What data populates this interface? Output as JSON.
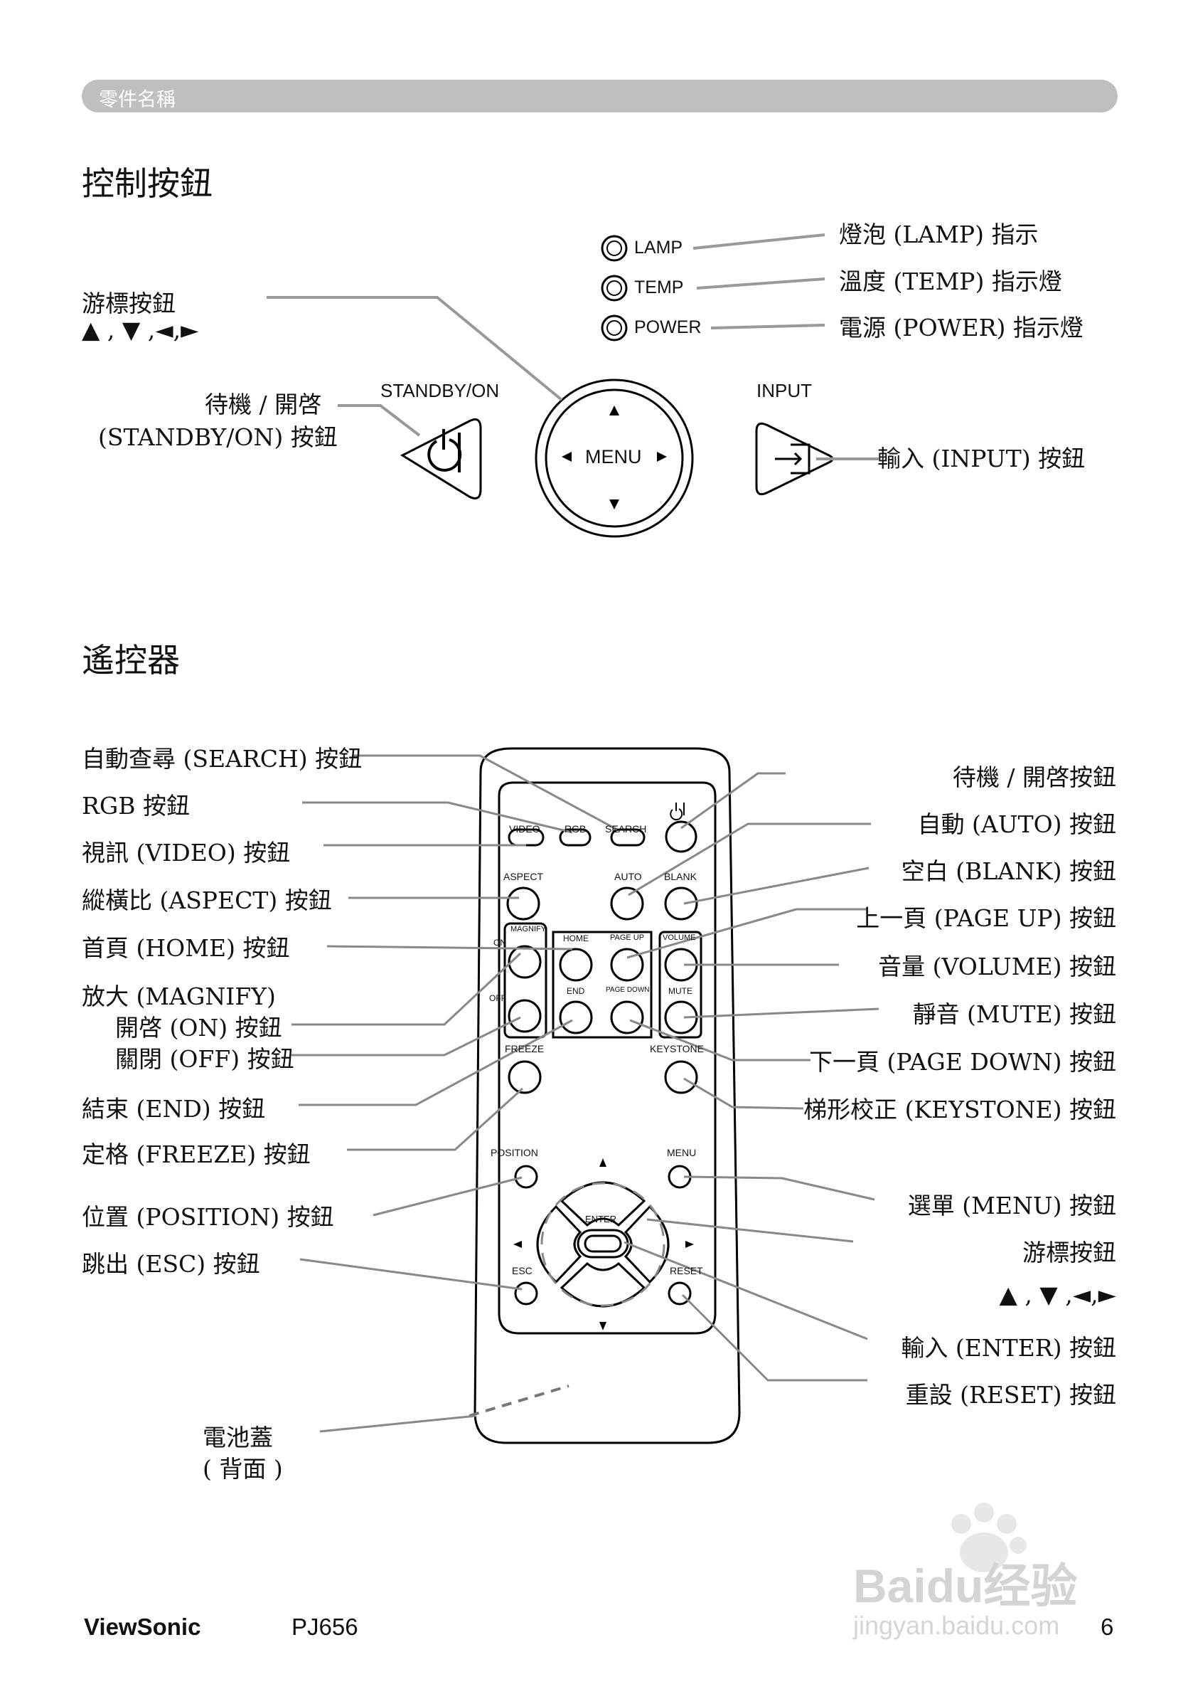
{
  "header": {
    "section": "零件名稱"
  },
  "control_panel": {
    "title": "控制按鈕",
    "panel_text": {
      "lamp": "LAMP",
      "temp": "TEMP",
      "power": "POWER",
      "standby": "STANDBY/ON",
      "input": "INPUT",
      "menu": "MENU"
    },
    "callouts": {
      "lamp": "燈泡 (LAMP) 指示",
      "temp": "溫度 (TEMP) 指示燈",
      "power": "電源 (POWER) 指示燈",
      "cursor_1": "游標按鈕",
      "cursor_2": "▲ , ▼ ,◄,►",
      "standby_1": "待機 / 開啓",
      "standby_2": "(STANDBY/ON) 按鈕",
      "input": "輸入 (INPUT) 按鈕"
    }
  },
  "remote": {
    "title": "遙控器",
    "button_text": {
      "video": "VIDEO",
      "rgb": "RGB",
      "search": "SEARCH",
      "aspect": "ASPECT",
      "auto": "AUTO",
      "blank": "BLANK",
      "magnify": "MAGNIFY",
      "on": "ON",
      "off": "OFF",
      "home": "HOME",
      "page_up": "PAGE UP",
      "volume": "VOLUME",
      "end": "END",
      "page_down": "PAGE DOWN",
      "mute": "MUTE",
      "freeze": "FREEZE",
      "keystone": "KEYSTONE",
      "position": "POSITION",
      "menu": "MENU",
      "enter": "ENTER",
      "esc": "ESC",
      "reset": "RESET"
    },
    "left_labels": {
      "search": "自動查尋 (SEARCH) 按鈕",
      "rgb": "RGB 按鈕",
      "video": "視訊 (VIDEO) 按鈕",
      "aspect": "縱橫比 (ASPECT) 按鈕",
      "home": "首頁 (HOME) 按鈕",
      "magnify": "放大 (MAGNIFY)",
      "magnify_on": "開啓 (ON) 按鈕",
      "magnify_off": "關閉 (OFF) 按鈕",
      "end": "結束 (END) 按鈕",
      "freeze": "定格 (FREEZE) 按鈕",
      "position": "位置 (POSITION) 按鈕",
      "esc": "跳出 (ESC) 按鈕",
      "battery_1": "電池蓋",
      "battery_2": "( 背面 )"
    },
    "right_labels": {
      "standby": "待機 / 開啓按鈕",
      "auto": "自動 (AUTO) 按鈕",
      "blank": "空白 (BLANK) 按鈕",
      "page_up": "上一頁 (PAGE UP) 按鈕",
      "volume": "音量 (VOLUME) 按鈕",
      "mute": "靜音 (MUTE) 按鈕",
      "page_down": "下一頁 (PAGE DOWN) 按鈕",
      "keystone": "梯形校正 (KEYSTONE) 按鈕",
      "menu": "選單 (MENU) 按鈕",
      "cursor_1": "游標按鈕",
      "cursor_2": "▲ , ▼ ,◄,►",
      "enter": "輸入 (ENTER) 按鈕",
      "reset": "重設 (RESET) 按鈕"
    }
  },
  "footer": {
    "brand": "ViewSonic",
    "model": "PJ656",
    "page": "6"
  },
  "watermark": {
    "text": "Baidu经验",
    "url": "jingyan.baidu.com"
  }
}
